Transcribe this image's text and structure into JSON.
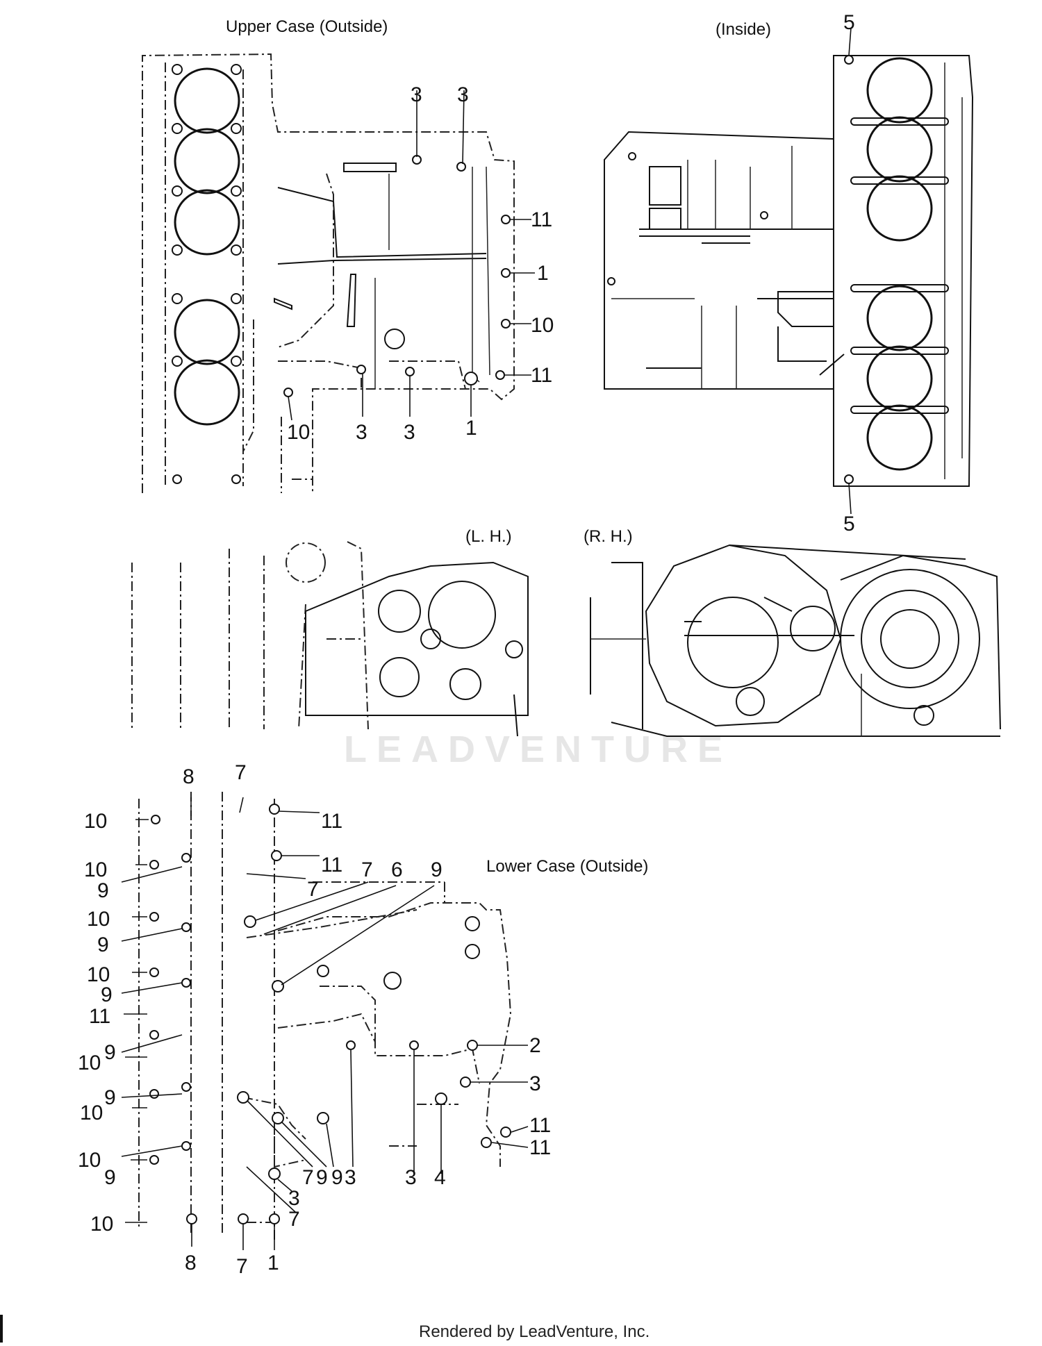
{
  "views": {
    "upper_outside": "Upper Case (Outside)",
    "upper_inside": "(Inside)",
    "left_hand": "(L. H.)",
    "right_hand": "(R. H.)",
    "lower_outside": "Lower Case (Outside)"
  },
  "callouts": {
    "upper_outside": [
      "3",
      "3",
      "11",
      "1",
      "10",
      "11",
      "10",
      "3",
      "3",
      "1"
    ],
    "upper_inside": [
      "5",
      "5"
    ],
    "lower_outside": [
      "8",
      "7",
      "10",
      "11",
      "10",
      "11",
      "9",
      "7",
      "7",
      "6",
      "9",
      "10",
      "9",
      "10",
      "9",
      "11",
      "9",
      "10",
      "2",
      "3",
      "9",
      "10",
      "11",
      "11",
      "10",
      "9",
      "7",
      "9",
      "9",
      "3",
      "3",
      "4",
      "3",
      "7",
      "10",
      "8",
      "7",
      "1"
    ]
  },
  "watermark": "LEADVENTURE",
  "footer": "Rendered by LeadVenture, Inc."
}
